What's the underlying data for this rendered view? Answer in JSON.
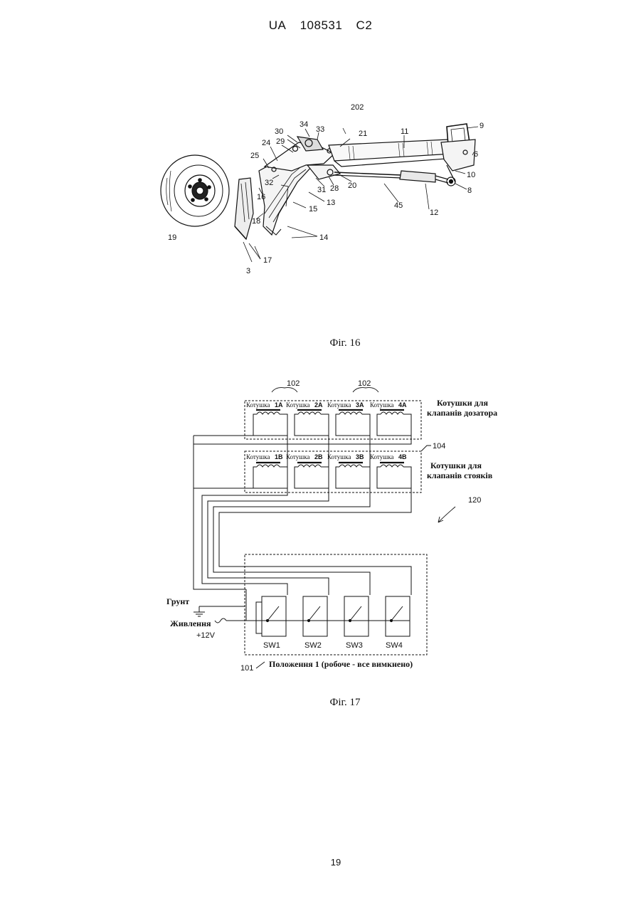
{
  "header": {
    "country": "UA",
    "number": "108531",
    "kind": "C2"
  },
  "fig16": {
    "caption": "Фіг. 16",
    "labels": [
      "202",
      "34",
      "33",
      "30",
      "21",
      "11",
      "9",
      "29",
      "24",
      "6",
      "25",
      "10",
      "32",
      "31",
      "28",
      "20",
      "8",
      "16",
      "13",
      "45",
      "15",
      "12",
      "18",
      "14",
      "19",
      "17",
      "3"
    ]
  },
  "fig17": {
    "caption": "Фіг. 17",
    "ref_102a": "102",
    "ref_102b": "102",
    "ref_104": "104",
    "ref_120": "120",
    "ref_101": "101",
    "group_a_line1": "Котушки для",
    "group_a_line2": "клапанів дозатора",
    "group_b_line1": "Котушки для",
    "group_b_line2": "клапанів стояків",
    "coil_word": "Котушка",
    "coils_top": [
      "1A",
      "2A",
      "3A",
      "4A"
    ],
    "coils_bottom": [
      "1B",
      "2B",
      "3B",
      "4B"
    ],
    "switches": [
      "SW1",
      "SW2",
      "SW3",
      "SW4"
    ],
    "ground": "Грунт",
    "power": "Живлення",
    "voltage": "+12V",
    "position_note": "Положення 1 (робоче - все вимкнено)"
  },
  "page_number": "19"
}
